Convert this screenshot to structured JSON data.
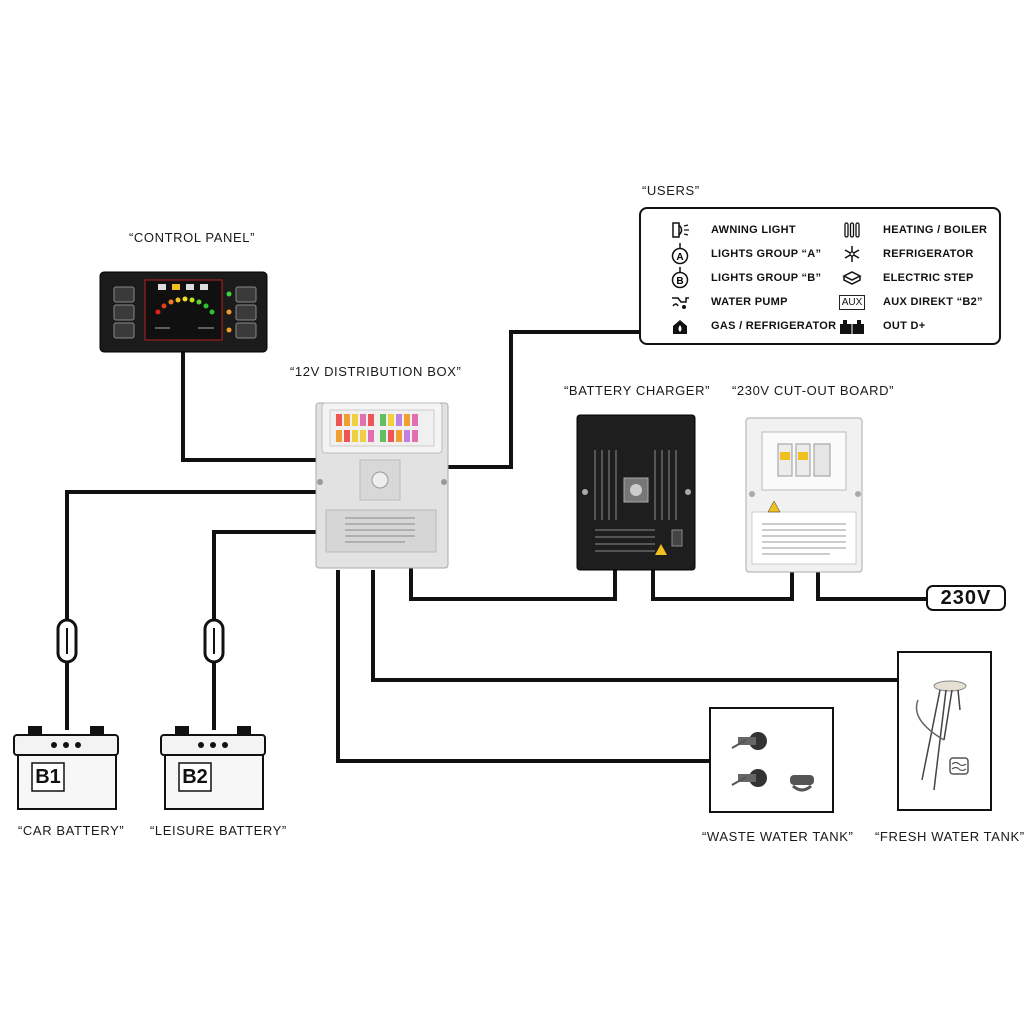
{
  "labels": {
    "control_panel": "“CONTROL PANEL”",
    "distribution_box": "“12V DISTRIBUTION BOX”",
    "users": "“USERS”",
    "battery_charger": "“BATTERY CHARGER”",
    "cutout_board": "“230V CUT-OUT BOARD”",
    "car_battery": "“CAR BATTERY”",
    "leisure_battery": "“LEISURE BATTERY”",
    "waste_water_tank": "“WASTE WATER TANK”",
    "fresh_water_tank": "“FRESH WATER TANK”"
  },
  "users": {
    "items": [
      {
        "label": "AWNING LIGHT",
        "icon": "awning-light-icon"
      },
      {
        "label": "LIGHTS GROUP “A”",
        "icon": "lights-group-a-icon",
        "icon_text": "A"
      },
      {
        "label": "LIGHTS GROUP “B”",
        "icon": "lights-group-b-icon",
        "icon_text": "B"
      },
      {
        "label": "WATER PUMP",
        "icon": "water-pump-icon"
      },
      {
        "label": "GAS / REFRIGERATOR",
        "icon": "gas-refrigerator-icon"
      },
      {
        "label": "HEATING / BOILER",
        "icon": "heating-boiler-icon"
      },
      {
        "label": "REFRIGERATOR",
        "icon": "refrigerator-icon"
      },
      {
        "label": "ELECTRIC STEP",
        "icon": "electric-step-icon"
      },
      {
        "label": "AUX DIREKT “B2”",
        "icon": "aux-icon",
        "icon_text": "AUX"
      },
      {
        "label": "OUT D+",
        "icon": "out-d-plus-icon"
      }
    ]
  },
  "batteries": {
    "b1": "B1",
    "b2": "B2"
  },
  "mains": {
    "voltage": "230V"
  },
  "colors": {
    "wire": "#111111",
    "panel_bg": "#1b1b1b",
    "device_grey": "#e4e4e4",
    "charger_black": "#1e1e1e"
  }
}
